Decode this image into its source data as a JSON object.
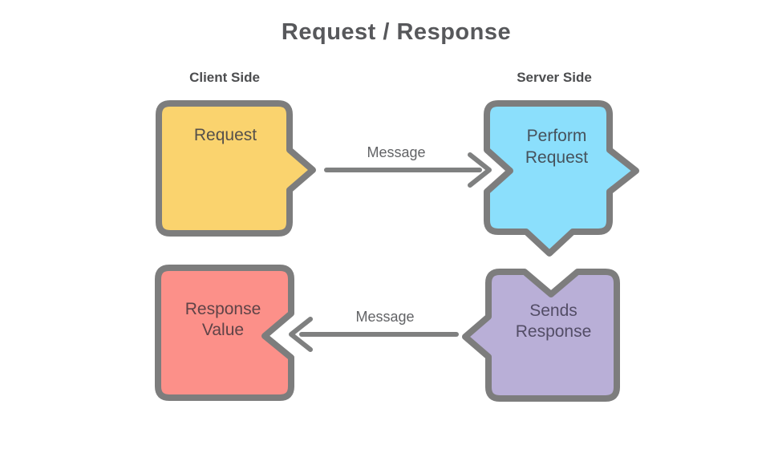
{
  "title": "Request / Response",
  "columns": {
    "client": "Client Side",
    "server": "Server Side"
  },
  "nodes": {
    "request": {
      "label": "Request",
      "fill": "#FAD36E",
      "text_color": "#55504b"
    },
    "perform_request": {
      "line1": "Perform",
      "line2": "Request",
      "fill": "#8BDFFC",
      "text_color": "#46525c"
    },
    "sends_response": {
      "line1": "Sends",
      "line2": "Response",
      "fill": "#B9AFD7",
      "text_color": "#534d66"
    },
    "response_value": {
      "line1": "Response",
      "line2": "Value",
      "fill": "#FC9089",
      "text_color": "#5f4347"
    }
  },
  "arrows": {
    "request_message": {
      "label": "Message",
      "direction": "right"
    },
    "response_message": {
      "label": "Message",
      "direction": "left"
    }
  },
  "colors": {
    "bubble_border": "#7d7d7d",
    "arrow": "#7f8080",
    "title_text": "#57585b",
    "side_label_text": "#4c4d4f",
    "message_text": "#626366"
  }
}
